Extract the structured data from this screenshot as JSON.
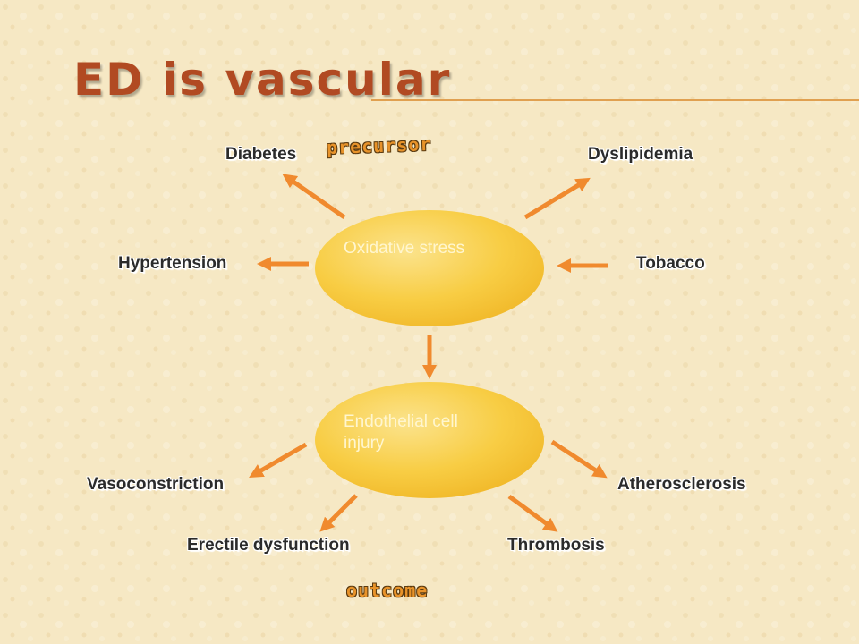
{
  "title": "ED is vascular",
  "colors": {
    "background": "#f6e8c4",
    "title": "#b14a22",
    "arrow": "#f08a2e",
    "node_fill": "#f8c63a",
    "label_tag": "#e8932a"
  },
  "nodes": {
    "oxidative_stress": "Oxidative stress",
    "endothelial_injury": "Endothelial cell injury"
  },
  "labels": {
    "diabetes": "Diabetes",
    "dyslipidemia": "Dyslipidemia",
    "hypertension": "Hypertension",
    "tobacco": "Tobacco",
    "vasoconstriction": "Vasoconstriction",
    "atherosclerosis": "Atherosclerosis",
    "erectile_dysfunction": "Erectile dysfunction",
    "thrombosis": "Thrombosis"
  },
  "tags": {
    "precursor": "precursor",
    "outcome": "outcome"
  }
}
